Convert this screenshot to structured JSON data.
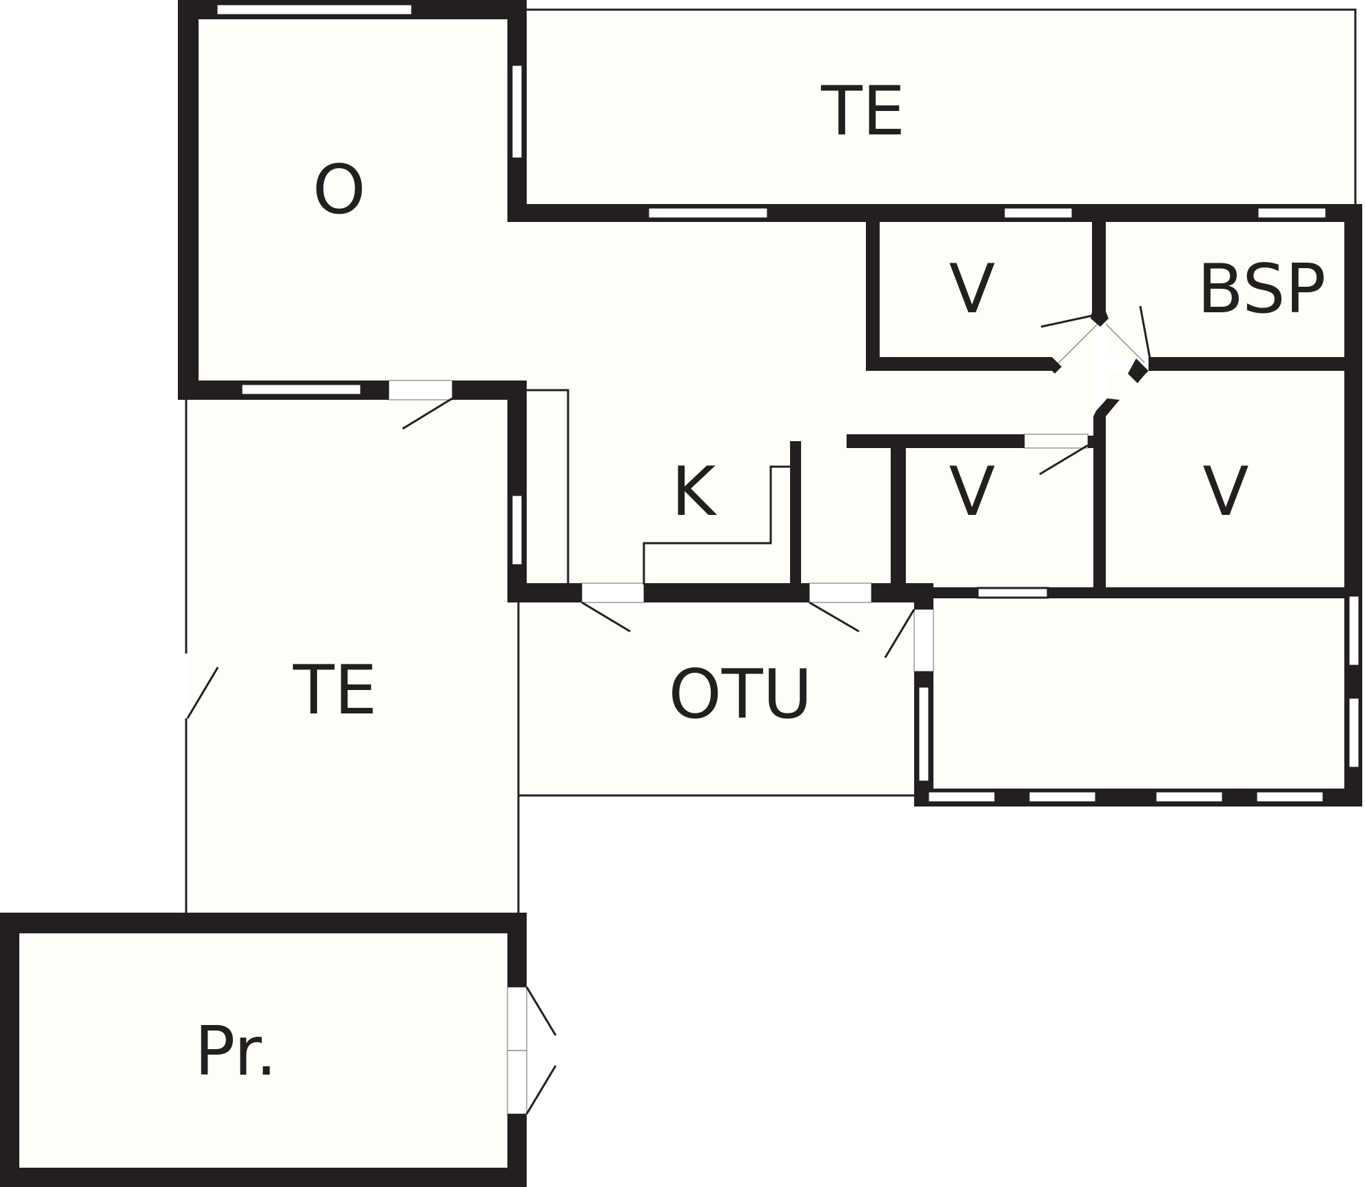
{
  "colors": {
    "wall": "#231f20",
    "floor": "#fefef8",
    "background": "#ffffff",
    "window": "#ffffff"
  },
  "rooms": {
    "te_top": "TE",
    "o": "O",
    "v_top": "V",
    "bsp": "BSP",
    "k": "K",
    "v_mid": "V",
    "v_right": "V",
    "te_left": "TE",
    "otu": "OTU",
    "pr": "Pr."
  }
}
